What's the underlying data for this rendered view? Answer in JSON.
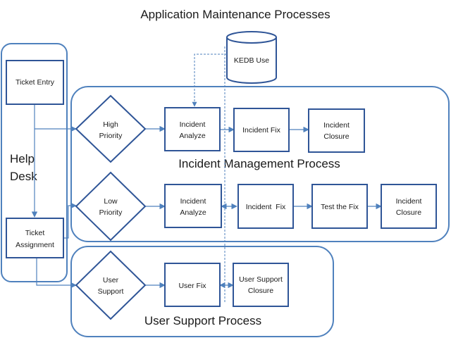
{
  "title": "Application Maintenance Processes",
  "groups": {
    "help_desk": {
      "line1": "Help",
      "line2": "Desk"
    },
    "incident_management": {
      "label": "Incident Management Process"
    },
    "user_support": {
      "label": "User Support Process"
    }
  },
  "database": {
    "label": "KEDB Use"
  },
  "nodes": {
    "ticket_entry": "Ticket Entry",
    "ticket_assignment": [
      "Ticket",
      "Assignment"
    ],
    "high_priority": [
      "High",
      "Priority"
    ],
    "low_priority": [
      "Low",
      "Priority"
    ],
    "user_support": [
      "User",
      "Support"
    ],
    "incident_analyze_1": [
      "Incident",
      "Analyze"
    ],
    "incident_fix_1": "Incident Fix",
    "incident_closure_1": [
      "Incident",
      "Closure"
    ],
    "incident_analyze_2": [
      "Incident",
      "Analyze"
    ],
    "incident_fix_2": "Incident  Fix",
    "test_the_fix": "Test the Fix",
    "incident_closure_2": [
      "Incident",
      "Closure"
    ],
    "user_fix": "User Fix",
    "user_support_closure": [
      "User Support",
      "Closure"
    ]
  },
  "colors": {
    "stroke": "#2f5597",
    "group": "#4f81bd"
  }
}
